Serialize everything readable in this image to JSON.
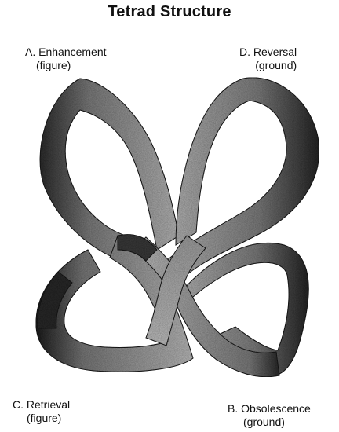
{
  "diagram": {
    "title": "Tetrad Structure",
    "quadrants": {
      "enhancement": {
        "name": "A. Enhancement",
        "role": "(figure)"
      },
      "reversal": {
        "name": "D. Reversal",
        "role": "(ground)"
      },
      "retrieval": {
        "name": "C. Retrieval",
        "role": "(figure)"
      },
      "obsolescence": {
        "name": "B. Obsolescence",
        "role": "(ground)"
      }
    }
  }
}
